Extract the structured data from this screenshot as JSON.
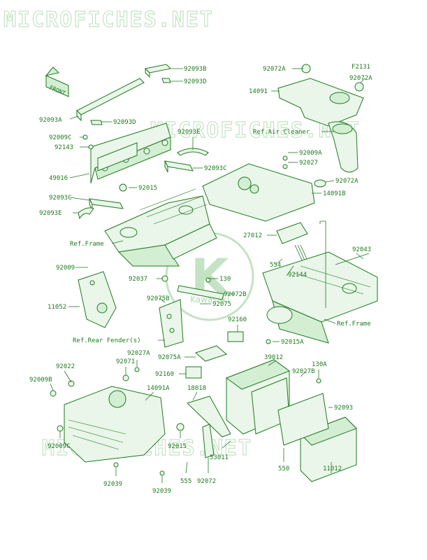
{
  "diagram": {
    "figure_code": "F2131",
    "watermark": "MICROFICHES.NET",
    "watermark_brand": "Kawasaki",
    "front_arrow": "FRONT",
    "colors": {
      "line": "#1f7a1f",
      "fill": "#e9f6e9",
      "watermark": "#7dbf7d"
    },
    "labels": {
      "l01": "92093B",
      "l02": "92093D",
      "l03": "92072A",
      "l04": "92072A",
      "l05": "14091",
      "l06": "92093A",
      "l07": "92093D",
      "l08": "92009C",
      "l09": "92143",
      "l10": "92093E",
      "l11": "Ref.Air Cleaner",
      "l12": "92009A",
      "l13": "92027",
      "l14": "49016",
      "l15": "92093C",
      "l16": "92072A",
      "l17": "92015",
      "l18": "92093C",
      "l19": "14091B",
      "l20": "92093E",
      "l21": "27012",
      "l22": "Ref.Frame",
      "l23": "92043",
      "l24": "554",
      "l25": "92009",
      "l26": "92144",
      "l27": "92037",
      "l28": "130",
      "l29": "92072B",
      "l30": "11052",
      "l31": "92075B",
      "l32": "92075",
      "l33": "Ref.Frame",
      "l34": "92160",
      "l35": "Ref.Rear Fender(s)",
      "l36": "92015A",
      "l37": "92027A",
      "l38": "92075A",
      "l39": "92022",
      "l40": "92071",
      "l41": "39012",
      "l42": "130A",
      "l43": "92009B",
      "l44": "92160",
      "l45": "92027B",
      "l46": "14091A",
      "l47": "18018",
      "l48": "92093",
      "l49": "92009C",
      "l50": "92015",
      "l51": "53011",
      "l52": "550",
      "l53": "11012",
      "l54": "92039",
      "l55": "555",
      "l56": "92072",
      "l57": "92039"
    }
  }
}
